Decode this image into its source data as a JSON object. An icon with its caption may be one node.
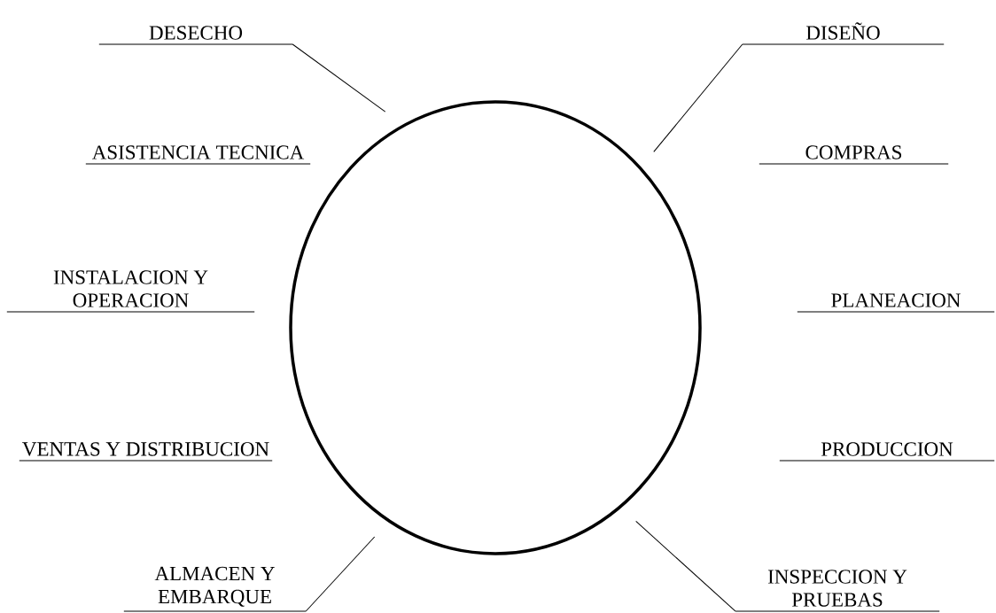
{
  "diagram": {
    "nodes": [
      {
        "text": [
          "DESECHO"
        ]
      },
      {
        "text": [
          "DISEÑO"
        ]
      },
      {
        "text": [],
        "shape": "circle"
      },
      {
        "text": [
          "ALMACEN Y EMBARQUE"
        ]
      },
      {
        "text": [
          "INSPECCION Y PRUEBAS"
        ]
      }
    ],
    "edges": [
      {
        "from": 0,
        "to": 2,
        "arrow": "none"
      },
      {
        "from": 1,
        "to": 2,
        "arrow": "none"
      },
      {
        "from": 3,
        "to": 2,
        "arrow": "none"
      },
      {
        "from": 4,
        "to": 2,
        "arrow": "none"
      }
    ],
    "labels": [
      "ASISTENCIA TECNICA",
      "COMPRAS",
      "INSTALACION Y OPERACION",
      "PLANEACION",
      "VENTAS Y DISTRIBUCION",
      "PRODUCCION"
    ]
  }
}
